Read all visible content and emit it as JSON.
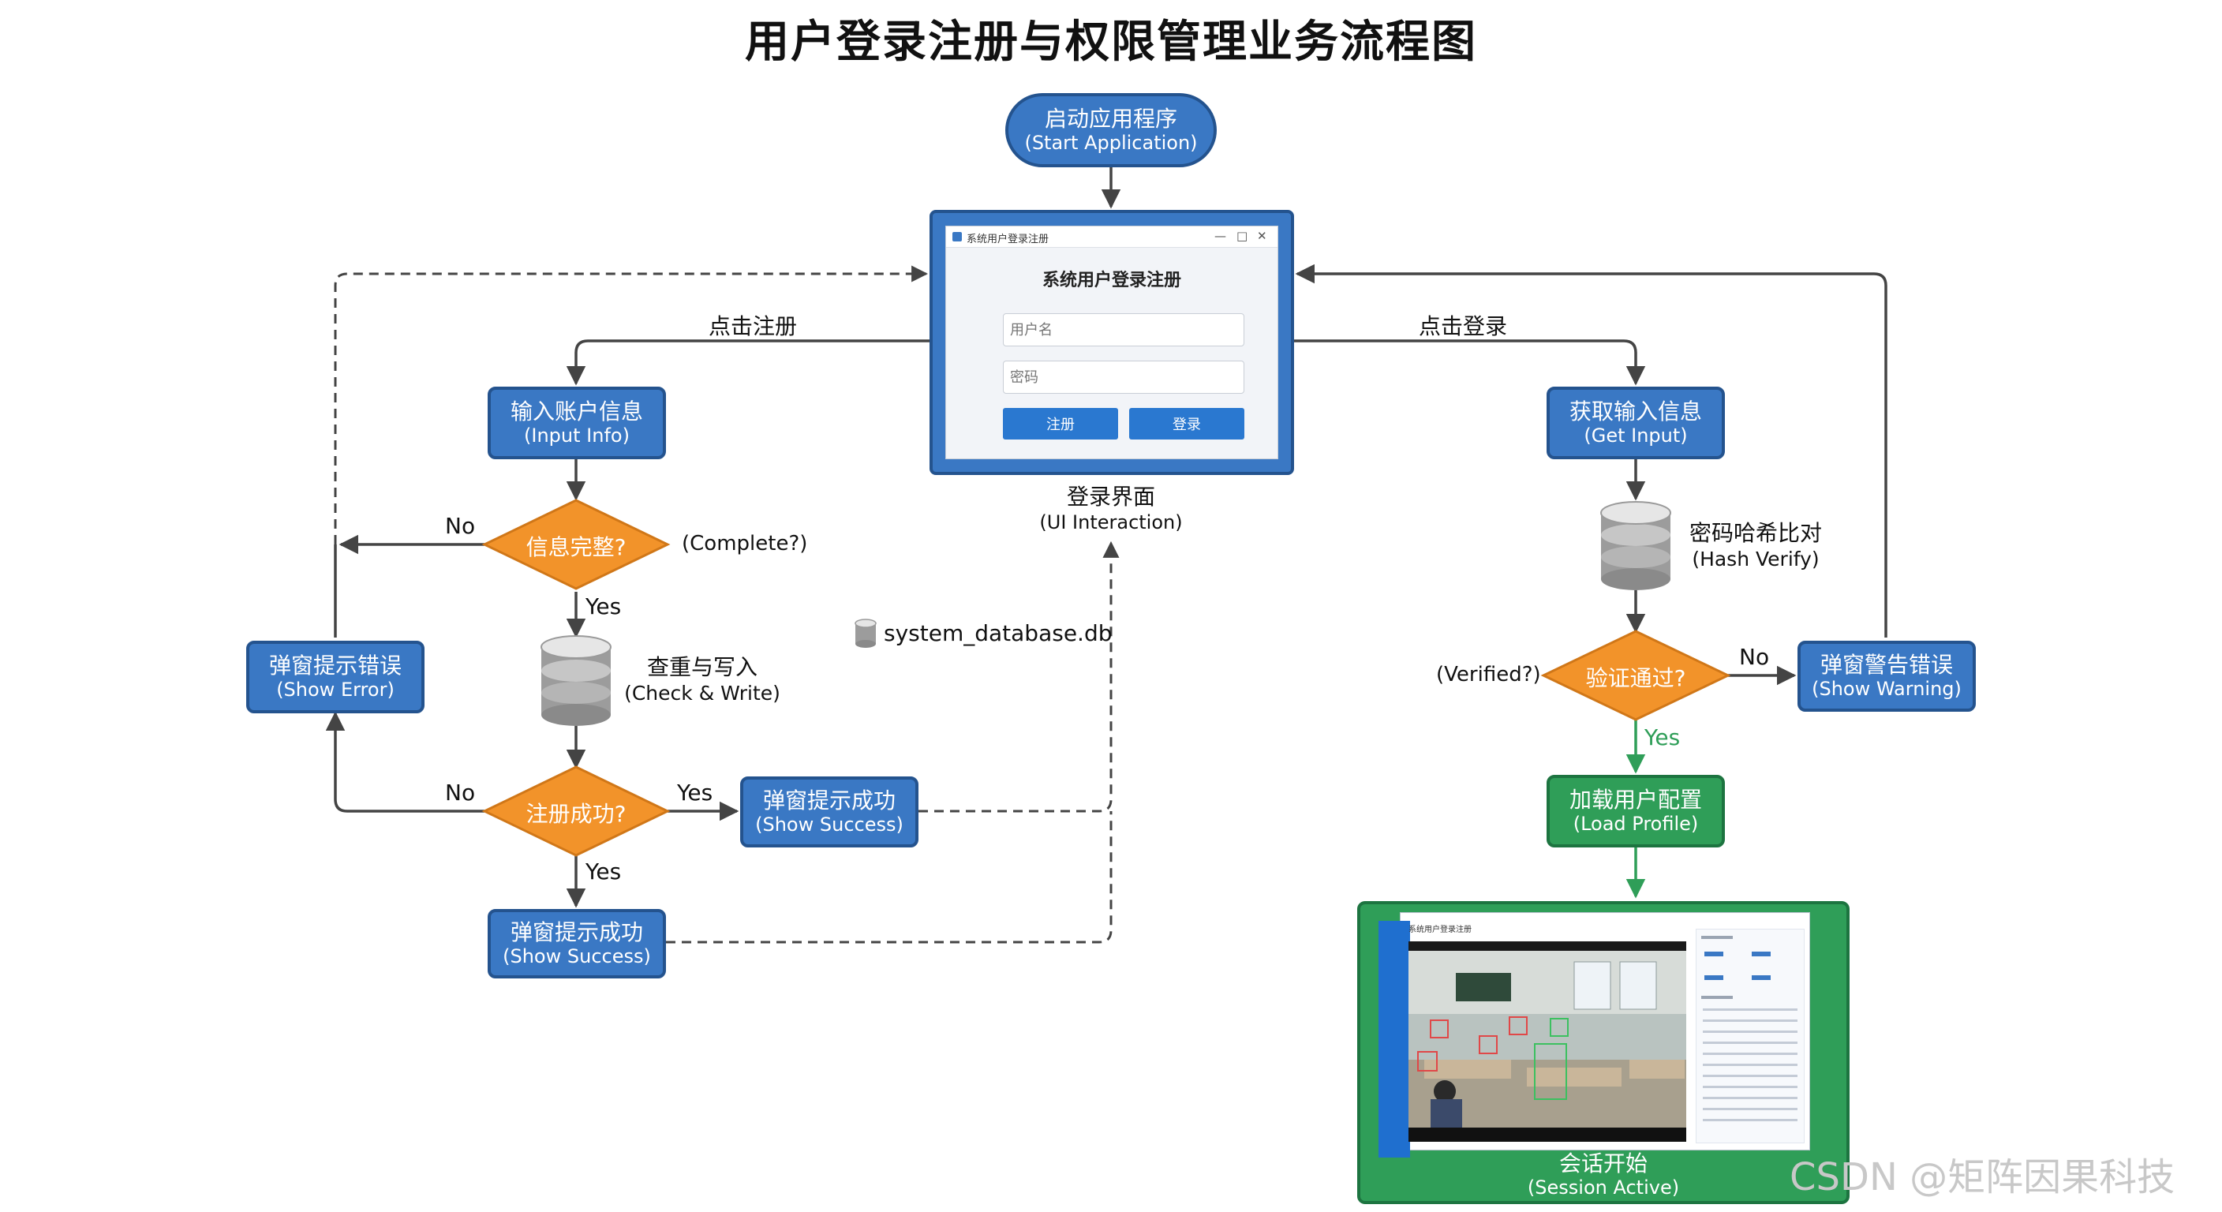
{
  "title": "用户登录注册与权限管理业务流程图",
  "nodes": {
    "start": {
      "zh": "启动应用程序",
      "en": "(Start Application)"
    },
    "input_info": {
      "zh": "输入账户信息",
      "en": "(Input Info)"
    },
    "get_input": {
      "zh": "获取输入信息",
      "en": "(Get Input)"
    },
    "info_complete": {
      "zh": "信息完整?",
      "note": "(Complete?)"
    },
    "check_write": {
      "zh": "查重与写入",
      "en": "(Check & Write)"
    },
    "show_error": {
      "zh": "弹窗提示错误",
      "en": "(Show Error)"
    },
    "reg_success": {
      "zh": "注册成功?"
    },
    "show_success_right": {
      "zh": "弹窗提示成功",
      "en": "(Show Success)"
    },
    "show_success_bottom": {
      "zh": "弹窗提示成功",
      "en": "(Show Success)"
    },
    "hash_verify": {
      "zh": "密码哈希比对",
      "en": "(Hash Verify)"
    },
    "verified": {
      "zh": "验证通过?",
      "note": "(Verified?)"
    },
    "show_warning": {
      "zh": "弹窗警告错误",
      "en": "(Show Warning)"
    },
    "load_profile": {
      "zh": "加载用户配置",
      "en": "(Load Profile)"
    },
    "session": {
      "zh": "会话开始",
      "en": "(Session Active)"
    },
    "ui": {
      "zh": "登录界面",
      "en": "(UI Interaction)"
    }
  },
  "edges": {
    "click_register": "点击注册",
    "click_login": "点击登录",
    "no": "No",
    "yes": "Yes"
  },
  "database_label": "system_database.db",
  "login_window": {
    "titlebar": "系统用户登录注册",
    "heading": "系统用户登录注册",
    "username_placeholder": "用户名",
    "password_placeholder": "密码",
    "register_btn": "注册",
    "login_btn": "登录",
    "controls": [
      "—",
      "□",
      "✕"
    ]
  },
  "session_window": {
    "titlebar": "系统用户登录注册"
  },
  "watermark": "CSDN @矩阵因果科技",
  "colors": {
    "blue": "#3a78c4",
    "orange": "#f2932a",
    "green": "#2f9e58",
    "yes_green": "#2f9e58"
  }
}
